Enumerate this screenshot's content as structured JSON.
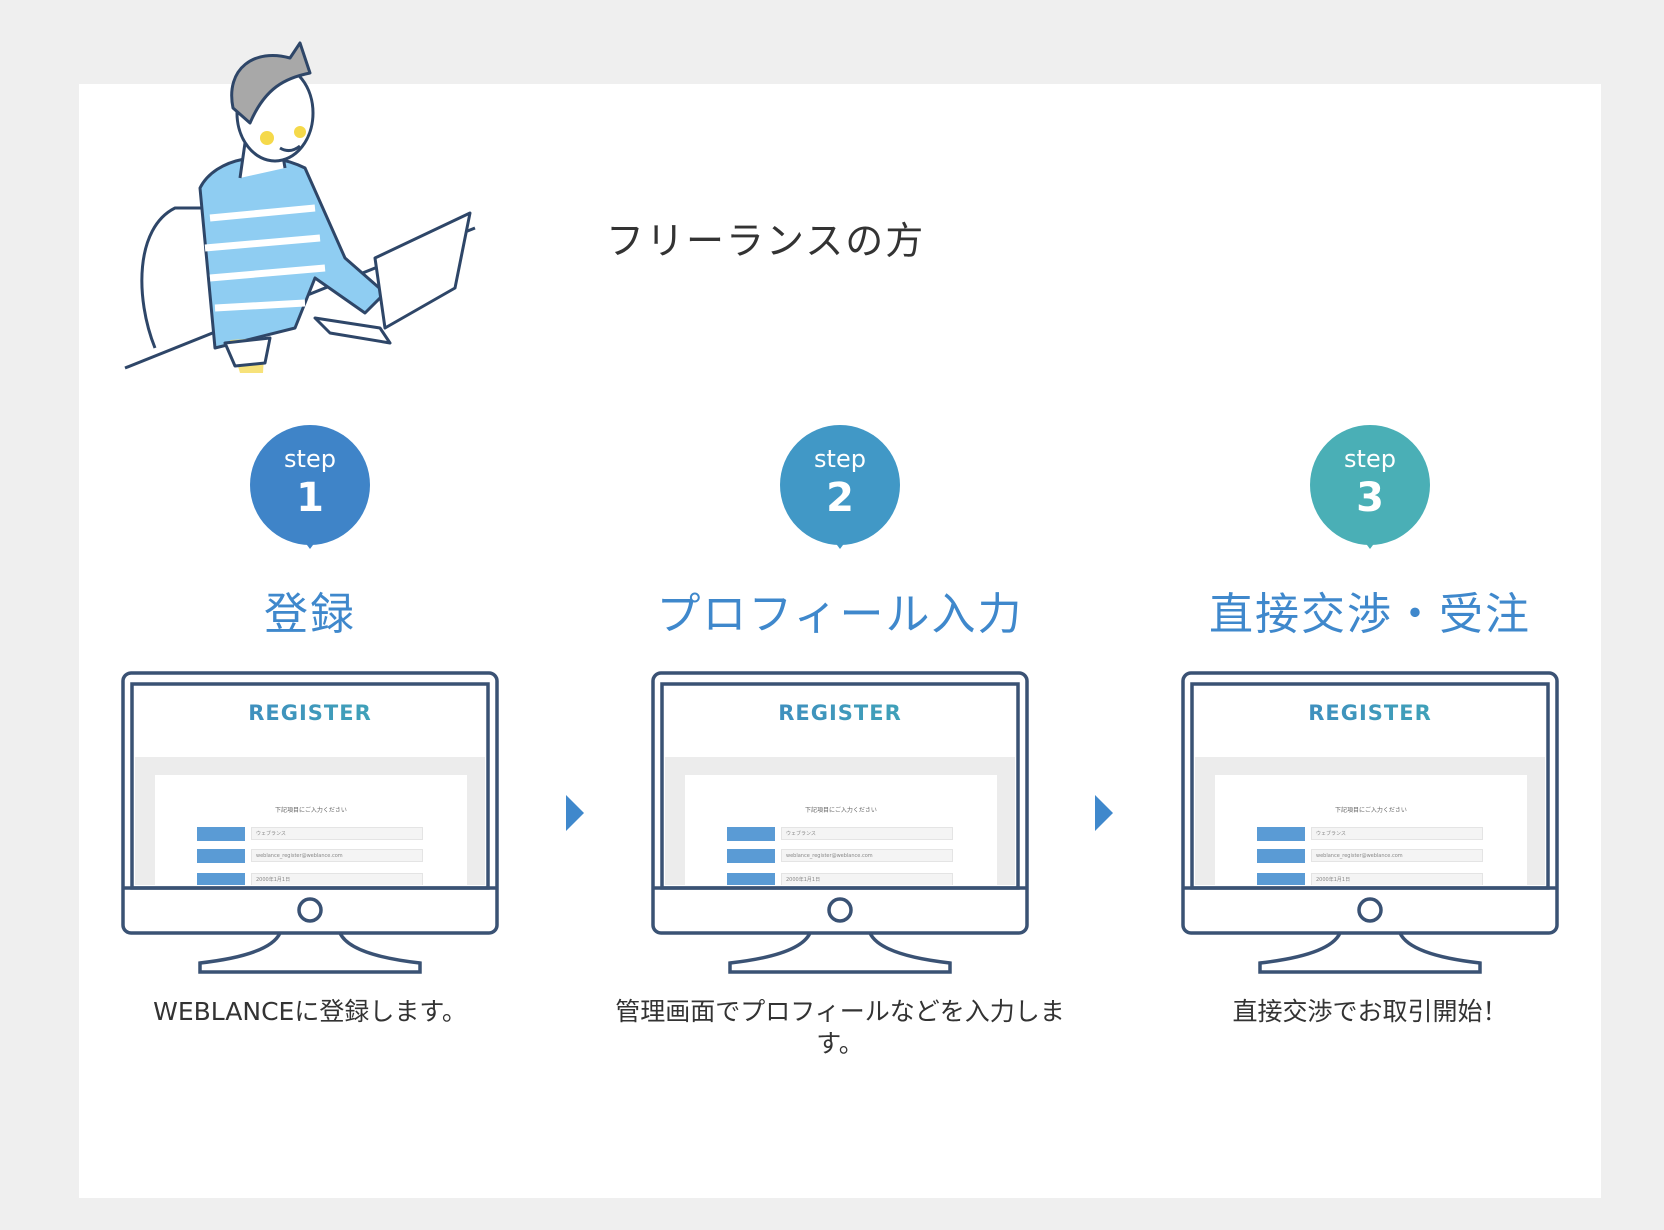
{
  "section_title": "フリーランスの方",
  "steps": [
    {
      "label": "step",
      "number": "1",
      "heading": "登録",
      "caption": "WEBLANCEに登録します。",
      "color": "#3f84c8"
    },
    {
      "label": "step",
      "number": "2",
      "heading": "プロフィール入力",
      "caption": "管理画面でプロフィールなどを入力します。",
      "color": "#4198c6"
    },
    {
      "label": "step",
      "number": "3",
      "heading": "直接交渉・受注",
      "caption": "直接交渉でお取引開始！",
      "color": "#4aafb6"
    }
  ],
  "screen": {
    "title": "REGISTER",
    "message": "下記項目にご入力ください",
    "fields": [
      "ウェブランス",
      "weblance_register@weblance.com",
      "2000年1月1日"
    ]
  },
  "colors": {
    "accent": "#3f88cc",
    "monitor": "#3a5274",
    "background": "#efefef"
  }
}
